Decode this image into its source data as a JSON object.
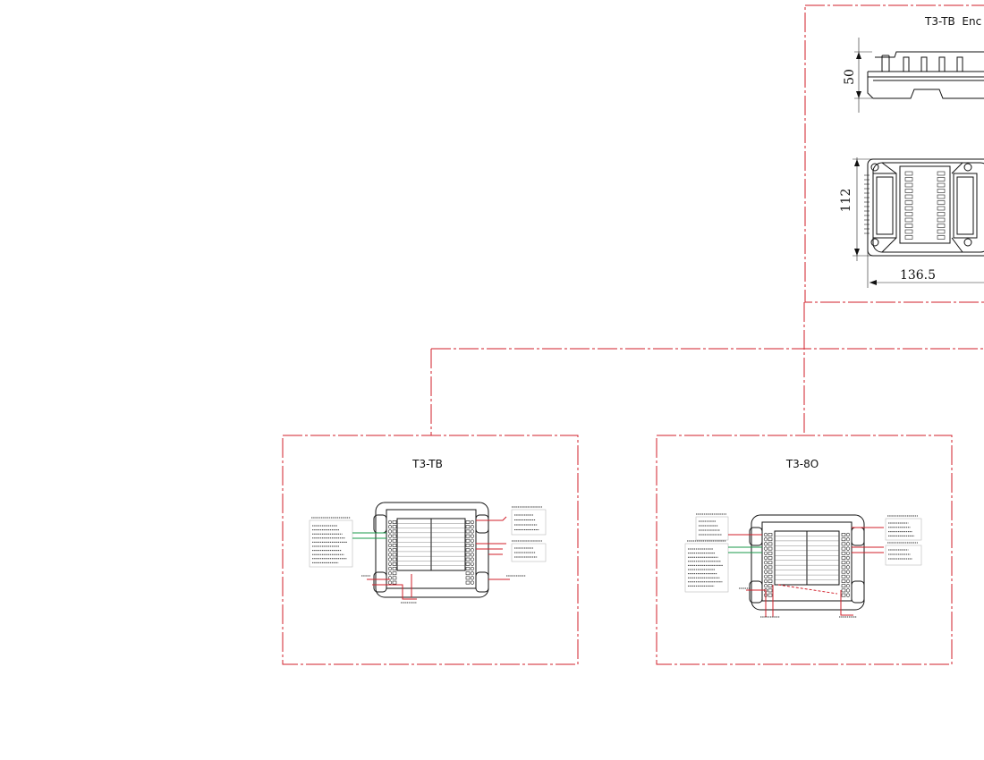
{
  "colors": {
    "frame": "#d21f2a",
    "line": "#111111",
    "wire_red": "#d21f2a",
    "wire_green": "#1a9a4a",
    "background": "#ffffff"
  },
  "enclosure_panel": {
    "title": "T3-TB  Enc",
    "dim_height_side": "50",
    "dim_height_top": "112",
    "dim_width_top": "136.5"
  },
  "modules": [
    {
      "id": "tb",
      "title": "T3-TB"
    },
    {
      "id": "8o",
      "title": "T3-8O"
    }
  ]
}
